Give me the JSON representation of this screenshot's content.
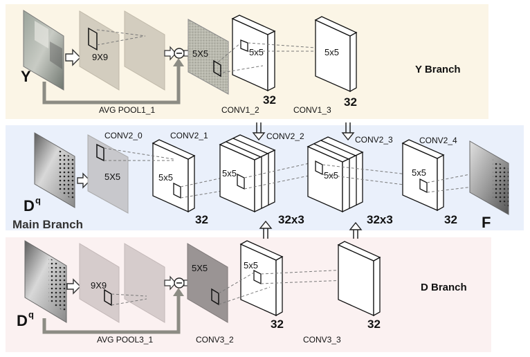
{
  "y_branch": {
    "input": "Y",
    "pool_kernel": "9X9",
    "conv1_1_kernel": "5X5",
    "conv1_2_kernel": "5x5",
    "conv1_3_kernel": "5x5",
    "pool_label": "AVG POOL1_1",
    "conv1_2_label": "CONV1_2",
    "conv1_3_label": "CONV1_3",
    "conv1_2_channels": "32",
    "conv1_3_channels": "32",
    "branch_label": "Y Branch",
    "bg_color": "#fbf5e6"
  },
  "main_branch": {
    "input": "D",
    "input_sup": "q",
    "conv2_0_label": "CONV2_0",
    "conv2_1_label": "CONV2_1",
    "conv2_2_label": "CONV2_2",
    "conv2_3_label": "CONV2_3",
    "conv2_4_label": "CONV2_4",
    "conv2_0_kernel": "5X5",
    "conv2_1_kernel": "5x5",
    "conv2_2_kernel": "5x5",
    "conv2_3_kernel": "5x5",
    "conv2_4_kernel": "5x5",
    "conv2_1_channels": "32",
    "conv2_2_channels": "32x3",
    "conv2_3_channels": "32x3",
    "conv2_4_channels": "32",
    "output": "F",
    "branch_label": "Main Branch",
    "bg_color": "#eaf0fb"
  },
  "d_branch": {
    "input": "D",
    "input_sup": "q",
    "pool_kernel": "9X9",
    "conv3_1_kernel": "5X5",
    "conv3_2_kernel": "5x5",
    "pool_label": "AVG POOL3_1",
    "conv3_2_label": "CONV3_2",
    "conv3_3_label": "CONV3_3",
    "conv3_2_channels": "32",
    "conv3_3_channels": "32",
    "branch_label": "D Branch",
    "bg_color": "#fbf1f1"
  }
}
